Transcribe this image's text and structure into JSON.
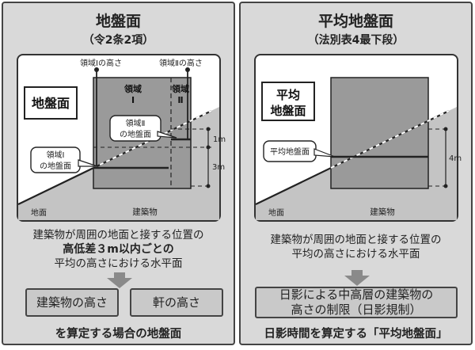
{
  "left": {
    "title": "地盤面",
    "subtitle": "（令2条2項）",
    "diagram": {
      "label_box": "地盤面",
      "height_region1": "領域Ⅰの高さ",
      "height_region2": "領域Ⅱの高さ",
      "region1_title": "領域",
      "region1_num": "Ⅰ",
      "region2_title": "領域",
      "region2_num": "Ⅱ",
      "callout_region2_line1": "領域Ⅱ",
      "callout_region2_line2": "の地盤面",
      "callout_region1_line1": "領域Ⅰ",
      "callout_region1_line2": "の地盤面",
      "dim_1m": "1m",
      "dim_3m": "3m",
      "ground_label": "地面",
      "building_label": "建築物"
    },
    "desc_line1": "建築物が周囲の地面と接する位置の",
    "desc_line2": "高低差３m以内ごとの",
    "desc_line3": "平均の高さにおける水平面",
    "result1": "建築物の高さ",
    "result2": "軒の高さ",
    "footer": "を算定する場合の地盤面"
  },
  "right": {
    "title": "平均地盤面",
    "subtitle": "（法別表4最下段）",
    "diagram": {
      "label_box_line1": "平均",
      "label_box_line2": "地盤面",
      "callout": "平均地盤面",
      "dim_4m": "4m",
      "ground_label": "地面",
      "building_label": "建築物"
    },
    "desc_line1": "建築物が周囲の地面と接する位置の",
    "desc_line2": "平均の高さにおける水平面",
    "result_line1": "日影による中高層の建築物の",
    "result_line2": "高さの制限（日影規制）",
    "footer": "日影時間を算定する「平均地盤面」"
  }
}
